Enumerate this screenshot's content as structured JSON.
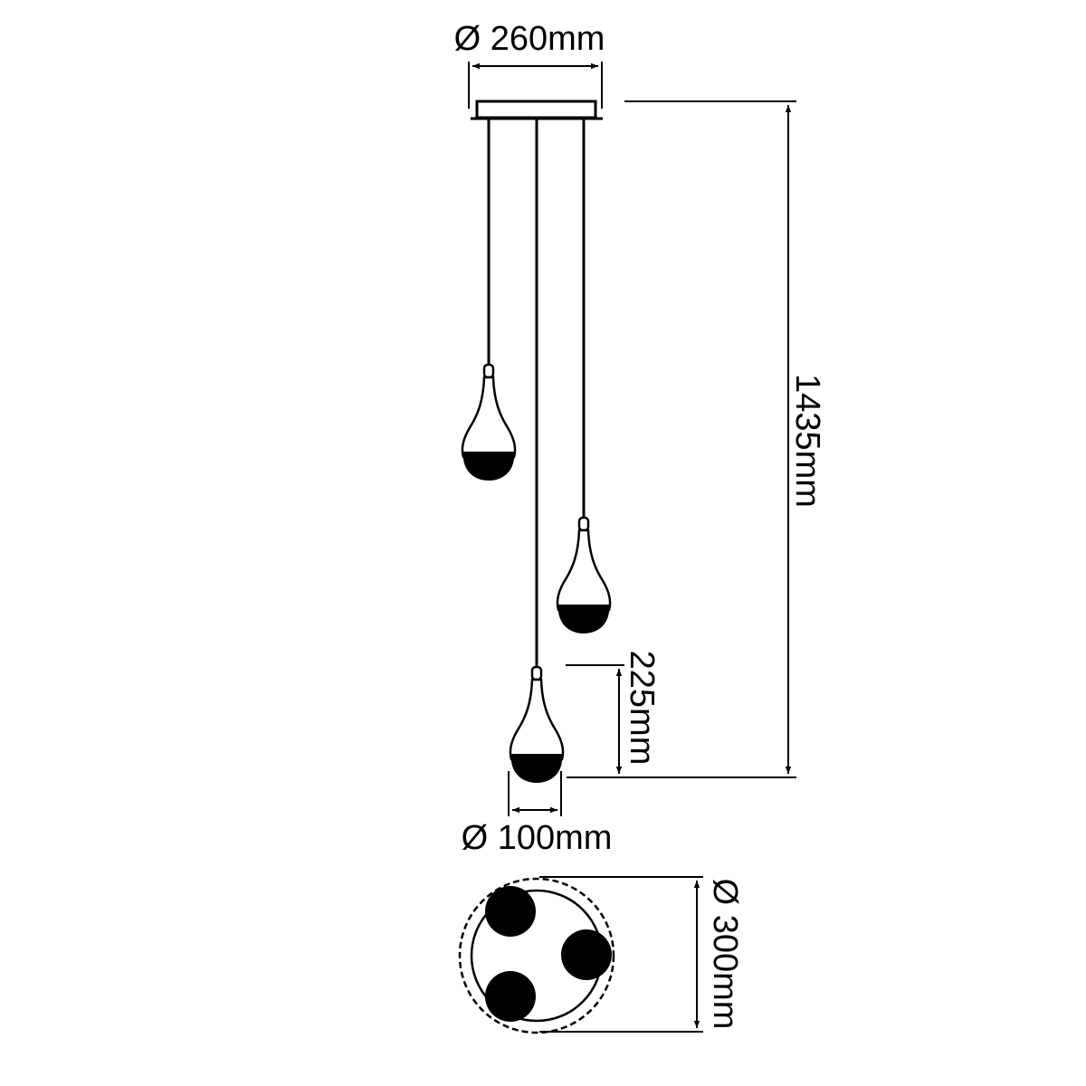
{
  "drawing": {
    "type": "technical-dimension-drawing",
    "subject": "3-light pendant with teardrop glass shades",
    "stroke_color": "#000000",
    "background_color": "#ffffff"
  },
  "dimensions": {
    "canopy_diameter": {
      "label": "Ø 260mm",
      "value": 260,
      "unit": "mm"
    },
    "total_height": {
      "label": "1435mm",
      "value": 1435,
      "unit": "mm"
    },
    "shade_height": {
      "label": "225mm",
      "value": 225,
      "unit": "mm"
    },
    "shade_diameter": {
      "label": "Ø 100mm",
      "value": 100,
      "unit": "mm"
    },
    "cluster_diameter": {
      "label": "Ø 300mm",
      "value": 300,
      "unit": "mm"
    }
  },
  "views": {
    "side_view": {
      "shades": 3,
      "canopy": "rectangular ceiling plate"
    },
    "bottom_view": {
      "shades": 3,
      "outline": "dashed circle"
    }
  }
}
